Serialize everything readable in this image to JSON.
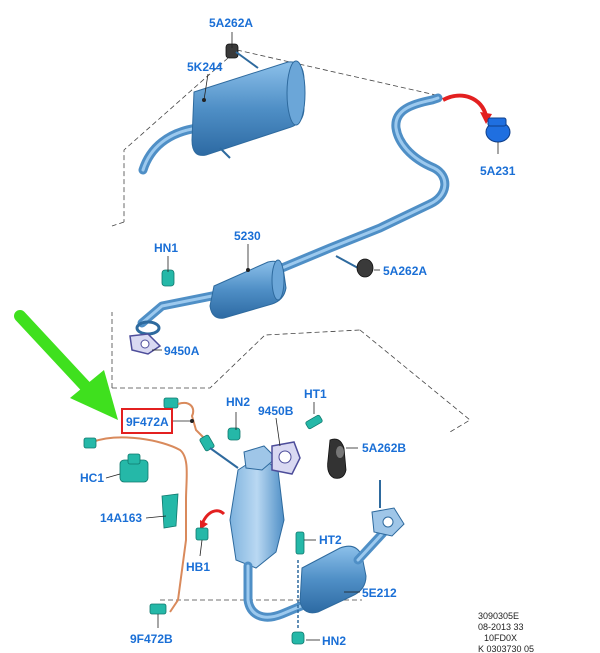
{
  "labels": {
    "p5a262a_top": "5A262A",
    "p5k244": "5K244",
    "p5a231": "5A231",
    "p5230": "5230",
    "phn1": "HN1",
    "p5a262a_mid": "5A262A",
    "p9450a": "9450A",
    "p9f472a": "9F472A",
    "phn2_top": "HN2",
    "p9450b": "9450B",
    "pht1": "HT1",
    "p5a262b": "5A262B",
    "phc1": "HC1",
    "p14a163": "14A163",
    "pht2": "HT2",
    "phb1": "HB1",
    "p5e212": "5E212",
    "p9f472b": "9F472B",
    "phn2_bottom": "HN2"
  },
  "meta": {
    "line1": "3090305E",
    "line2": "08-2013 33",
    "line3": "10FD0X",
    "line4": "K 0303730 05"
  },
  "colors": {
    "label": "#1a6fd6",
    "pipe": "#4f8fc6",
    "highlight_box": "#e32020",
    "arrow_green": "#3fe01e",
    "arrow_red": "#e32020"
  }
}
